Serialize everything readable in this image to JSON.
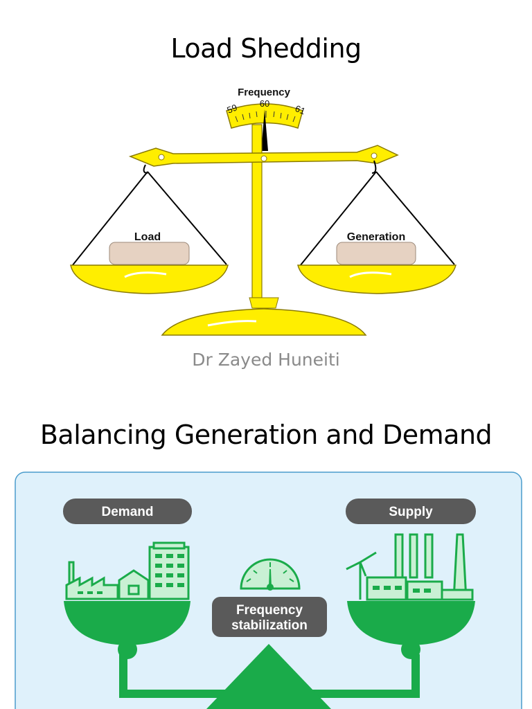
{
  "slide1": {
    "title": "Load Shedding",
    "author": "Dr Zayed Huneiti",
    "gauge": {
      "label": "Frequency",
      "ticks": [
        "59",
        "60",
        "61"
      ]
    },
    "pans": {
      "left_label": "Load",
      "right_label": "Generation"
    }
  },
  "slide2": {
    "title": "Balancing Generation and Demand",
    "left_pill": "Demand",
    "right_pill": "Supply",
    "center_label_line1": "Frequency",
    "center_label_line2": "stabilization"
  },
  "colors": {
    "scale_yellow": "#ffee00",
    "green": "#1aab4a",
    "panel_bg": "#dff1fb",
    "pill_gray": "#5a5a5a"
  }
}
